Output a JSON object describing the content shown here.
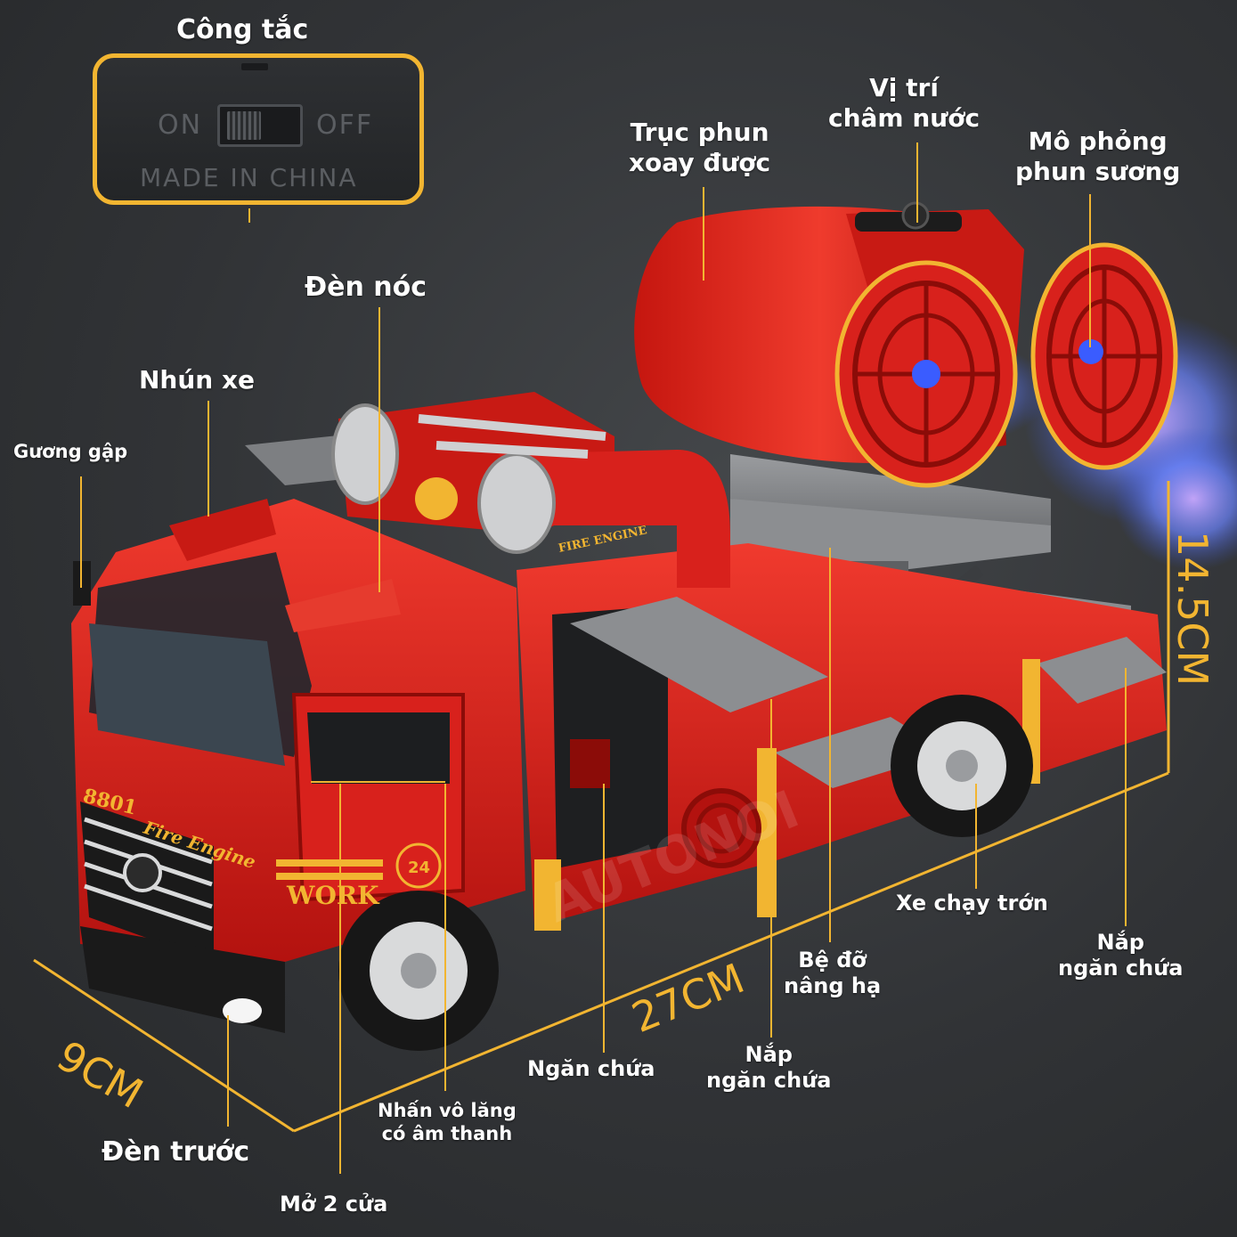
{
  "switch_box": {
    "title": "Công tắc",
    "on": "ON",
    "off": "OFF",
    "made_in": "MADE IN CHINA"
  },
  "labels": {
    "roof_light": "Đèn nóc",
    "suspension": "Nhún xe",
    "folding_mirror": "Gương gập",
    "rotating_spray_1": "Trục phun",
    "rotating_spray_2": "xoay được",
    "water_fill_1": "Vị trí",
    "water_fill_2": "châm nước",
    "mist_1": "Mô phỏng",
    "mist_2": "phun sương",
    "smooth_wheels": "Xe chạy trớn",
    "lift_base_1": "Bệ đỡ",
    "lift_base_2": "nâng hạ",
    "compartment_lid_right_1": "Nắp",
    "compartment_lid_right_2": "ngăn chứa",
    "compartment_lid_mid_1": "Nắp",
    "compartment_lid_mid_2": "ngăn chứa",
    "compartment": "Ngăn chứa",
    "horn_1": "Nhấn vô lăng",
    "horn_2": "có âm thanh",
    "headlight": "Đèn trước",
    "doors": "Mở 2 cửa"
  },
  "dimensions": {
    "width": "9CM",
    "length": "27CM",
    "height": "14.5CM"
  },
  "truck_text": {
    "fire_engine_script": "Fire Engine",
    "work": "WORK",
    "number": "8801",
    "phone": "24",
    "tank_text": "FIRE ENGINE"
  },
  "watermark": "AUTONOI",
  "colors": {
    "accent": "#f2b531",
    "truck_red": "#d8211c",
    "background": "#313336",
    "mist": "#5b8dff"
  }
}
